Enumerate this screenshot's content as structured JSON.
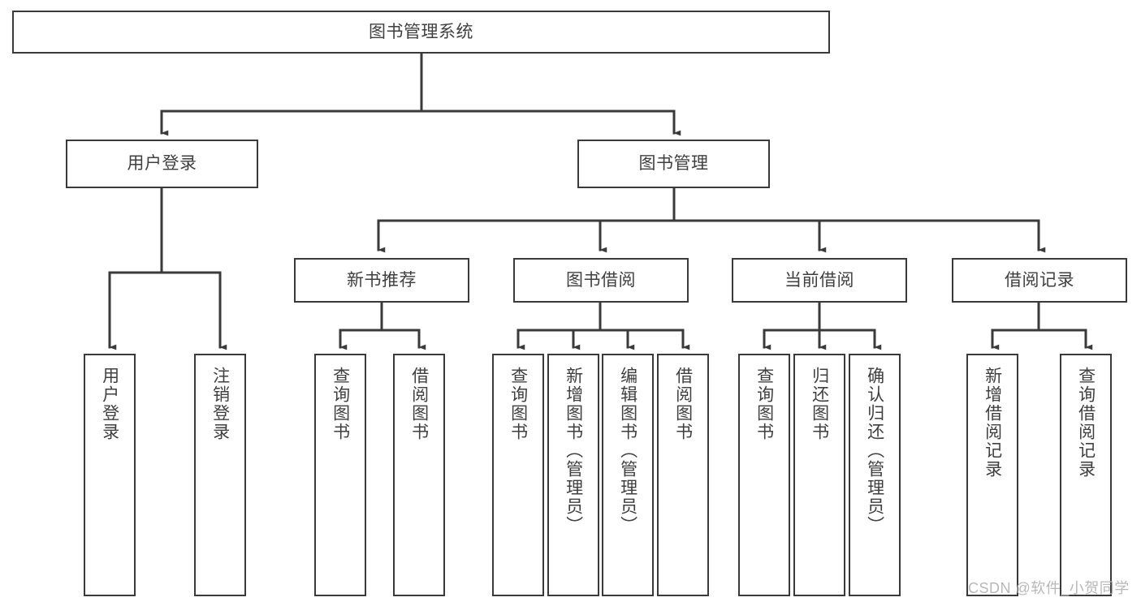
{
  "diagram": {
    "title": "图书管理系统",
    "type": "tree",
    "watermark": "CSDN @软件_小贺同学",
    "colors": {
      "box_border": "#3a3a3a",
      "box_fill": "#ffffff",
      "edge": "#3a3a3a",
      "text": "#3f3f3f",
      "watermark": "#b8b8b8",
      "background": "#ffffff"
    },
    "root": {
      "label": "图书管理系统"
    },
    "level2": [
      {
        "label": "用户登录"
      },
      {
        "label": "图书管理"
      }
    ],
    "level3": [
      {
        "label": "新书推荐"
      },
      {
        "label": "图书借阅"
      },
      {
        "label": "当前借阅"
      },
      {
        "label": "借阅记录"
      }
    ],
    "leaves": {
      "user_login": [
        {
          "label": "用户登录"
        },
        {
          "label": "注销登录"
        }
      ],
      "new_book_recommend": [
        {
          "label": "查询图书"
        },
        {
          "label": "借阅图书"
        }
      ],
      "book_borrow": [
        {
          "label": "查询图书"
        },
        {
          "label": "新增图书（管理员）"
        },
        {
          "label": "编辑图书（管理员）"
        },
        {
          "label": "借阅图书"
        }
      ],
      "current_borrow": [
        {
          "label": "查询图书"
        },
        {
          "label": "归还图书"
        },
        {
          "label": "确认归还（管理员）"
        }
      ],
      "borrow_record": [
        {
          "label": "新增借阅记录"
        },
        {
          "label": "查询借阅记录"
        }
      ]
    }
  }
}
